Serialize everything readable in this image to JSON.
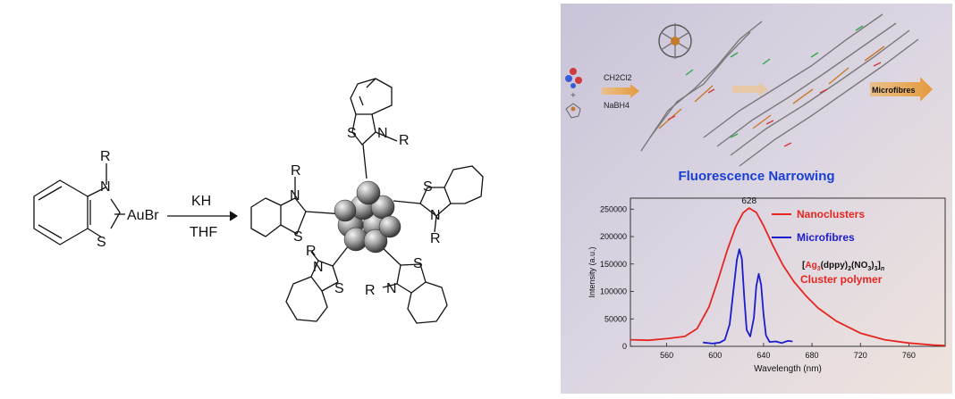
{
  "left_scheme": {
    "reactant": {
      "r": "R",
      "n": "N",
      "s": "S",
      "metal": "AuBr"
    },
    "reagents": {
      "above": "KH",
      "below": "THF"
    },
    "product": {
      "r": "R",
      "n": "N",
      "s": "S",
      "count": 5
    }
  },
  "right_panel": {
    "top": {
      "reagent_1": "CH2Cl2",
      "reagent_2": "NaBH4",
      "microfibres_label": "Microfibres"
    },
    "fluorescence_title": "Fluorescence Narrowing",
    "chart_data": {
      "type": "line",
      "xlabel": "Wavelength (nm)",
      "ylabel": "Intensity (a.u.)",
      "xlim": [
        530,
        790
      ],
      "ylim": [
        0,
        270000
      ],
      "xticks": [
        560,
        600,
        640,
        680,
        720,
        760
      ],
      "yticks": [
        0,
        50000,
        100000,
        150000,
        200000,
        250000
      ],
      "peak_label": "628",
      "peak_x": 628,
      "series": [
        {
          "name": "Nanoclusters",
          "color": "#e52520",
          "x": [
            530,
            545,
            560,
            575,
            585,
            595,
            603,
            610,
            617,
            623,
            628,
            634,
            640,
            648,
            656,
            665,
            675,
            685,
            700,
            720,
            740,
            760,
            780,
            790
          ],
          "y": [
            12000,
            11000,
            14000,
            18000,
            32000,
            72000,
            125000,
            175000,
            218000,
            243000,
            252000,
            244000,
            220000,
            182000,
            148000,
            118000,
            92000,
            70000,
            46000,
            24000,
            12000,
            6000,
            2500,
            1500
          ]
        },
        {
          "name": "Microfibres",
          "color": "#1c1ccc",
          "x": [
            590,
            598,
            604,
            608,
            612,
            615,
            618,
            620,
            622,
            624,
            626,
            629,
            632,
            634,
            636,
            638,
            640,
            642,
            645,
            650,
            655,
            660,
            664
          ],
          "y": [
            7000,
            5000,
            7000,
            12000,
            40000,
            100000,
            158000,
            177000,
            160000,
            90000,
            30000,
            18000,
            52000,
            110000,
            132000,
            112000,
            58000,
            20000,
            8000,
            9000,
            6000,
            10000,
            9000
          ]
        }
      ]
    },
    "legend": [
      {
        "label": "Nanoclusters",
        "color": "#e52520"
      },
      {
        "label": "Microfibres",
        "color": "#1c1ccc"
      }
    ],
    "formula": {
      "open": "[",
      "ag": "Ag",
      "ag_sub": "3",
      "mid": "(dppy)",
      "mid_sub": "2",
      "no3": "(NO",
      "no3_sub": "3",
      "close": ")",
      "close_sub": "3",
      "bracket": "]",
      "n_sub": "n"
    },
    "cluster_polymer": "Cluster polymer"
  }
}
